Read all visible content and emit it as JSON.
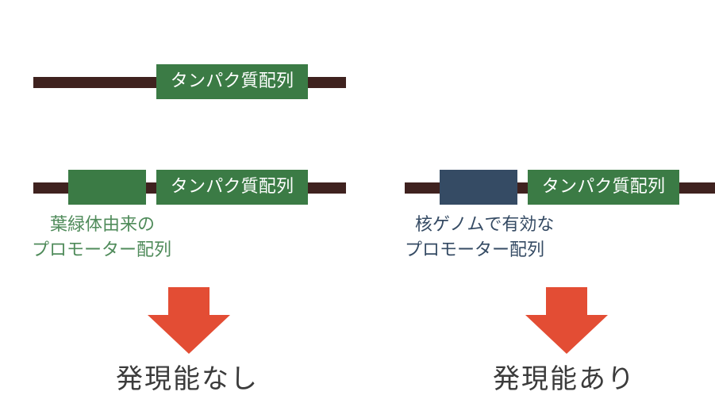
{
  "diagram": {
    "top_construct": {
      "protein_label": "タンパク質配列"
    },
    "left_construct": {
      "protein_label": "タンパク質配列",
      "promoter_caption_line1": "葉緑体由来の",
      "promoter_caption_line2": "プロモーター配列",
      "result": "発現能なし"
    },
    "right_construct": {
      "protein_label": "タンパク質配列",
      "promoter_caption_line1": "核ゲノムで有効な",
      "promoter_caption_line2": "プロモーター配列",
      "result": "発現能あり"
    }
  },
  "colors": {
    "dna_line": "#3f221f",
    "protein_box": "#3b7b45",
    "chloroplast_promoter": "#3b7b45",
    "nuclear_promoter": "#354b64",
    "arrow": "#e34d34",
    "result_text": "#3b3b3b"
  },
  "icons": {
    "down_arrow": "down-arrow-icon"
  }
}
